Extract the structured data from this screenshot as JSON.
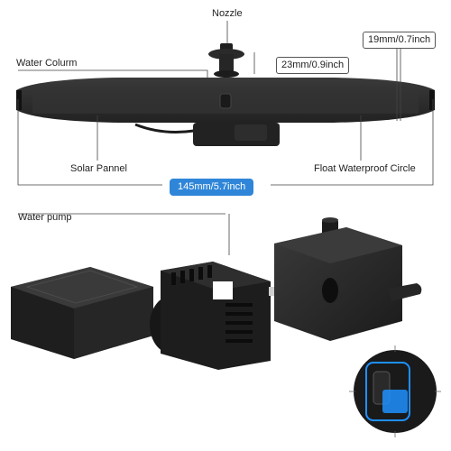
{
  "labels": {
    "nozzle": "Nozzle",
    "water_column": "Water Colurm",
    "solar_panel": "Solar Pannel",
    "float_circle": "Float Waterproof Circle",
    "water_pump": "Water pump"
  },
  "dimensions": {
    "nozzle_height": "23mm/0.9inch",
    "float_height": "19mm/0.7inch",
    "diameter": "145mm/5.7inch"
  },
  "colors": {
    "accent": "#2f86d8",
    "product": "#2b2b2b",
    "highlight": "#1e90ff"
  }
}
